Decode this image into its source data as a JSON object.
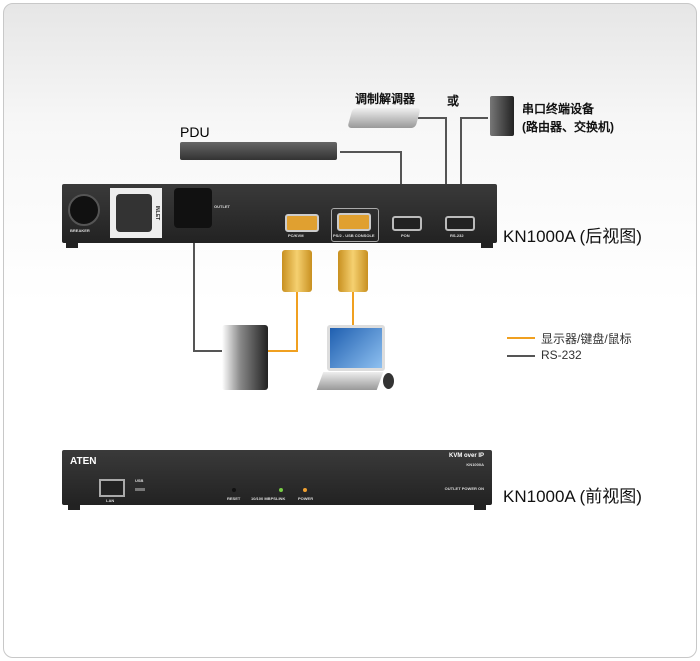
{
  "labels": {
    "pdu": "PDU",
    "modem": "调制解调器",
    "or": "或",
    "serial_device_line1": "串口终端设备",
    "serial_device_line2": "(路由器、交换机)",
    "rear_view": "KN1000A (后视图)",
    "front_view": "KN1000A (前视图)"
  },
  "legend": [
    {
      "label": "显示器/键盘/鼠标",
      "color": "#f0a020"
    },
    {
      "label": "RS-232",
      "color": "#555555"
    }
  ],
  "rear_panel": {
    "breaker": "BREAKER",
    "inlet": "INLET",
    "outlet": "OUTLET",
    "pc_kvm": "PC/KVM",
    "console": "PS/2 - USB CONSOLE",
    "pon": "PON",
    "rs232": "RS-232"
  },
  "front_panel": {
    "brand": "ATEN",
    "title": "KVM over IP",
    "model": "KN1000A",
    "lan": "LAN",
    "usb": "USB",
    "reset": "RESET",
    "speed": "10/100 MBPS",
    "link": "LINK",
    "power": "POWER",
    "outlet_power": "OUTLET  POWER ON"
  }
}
